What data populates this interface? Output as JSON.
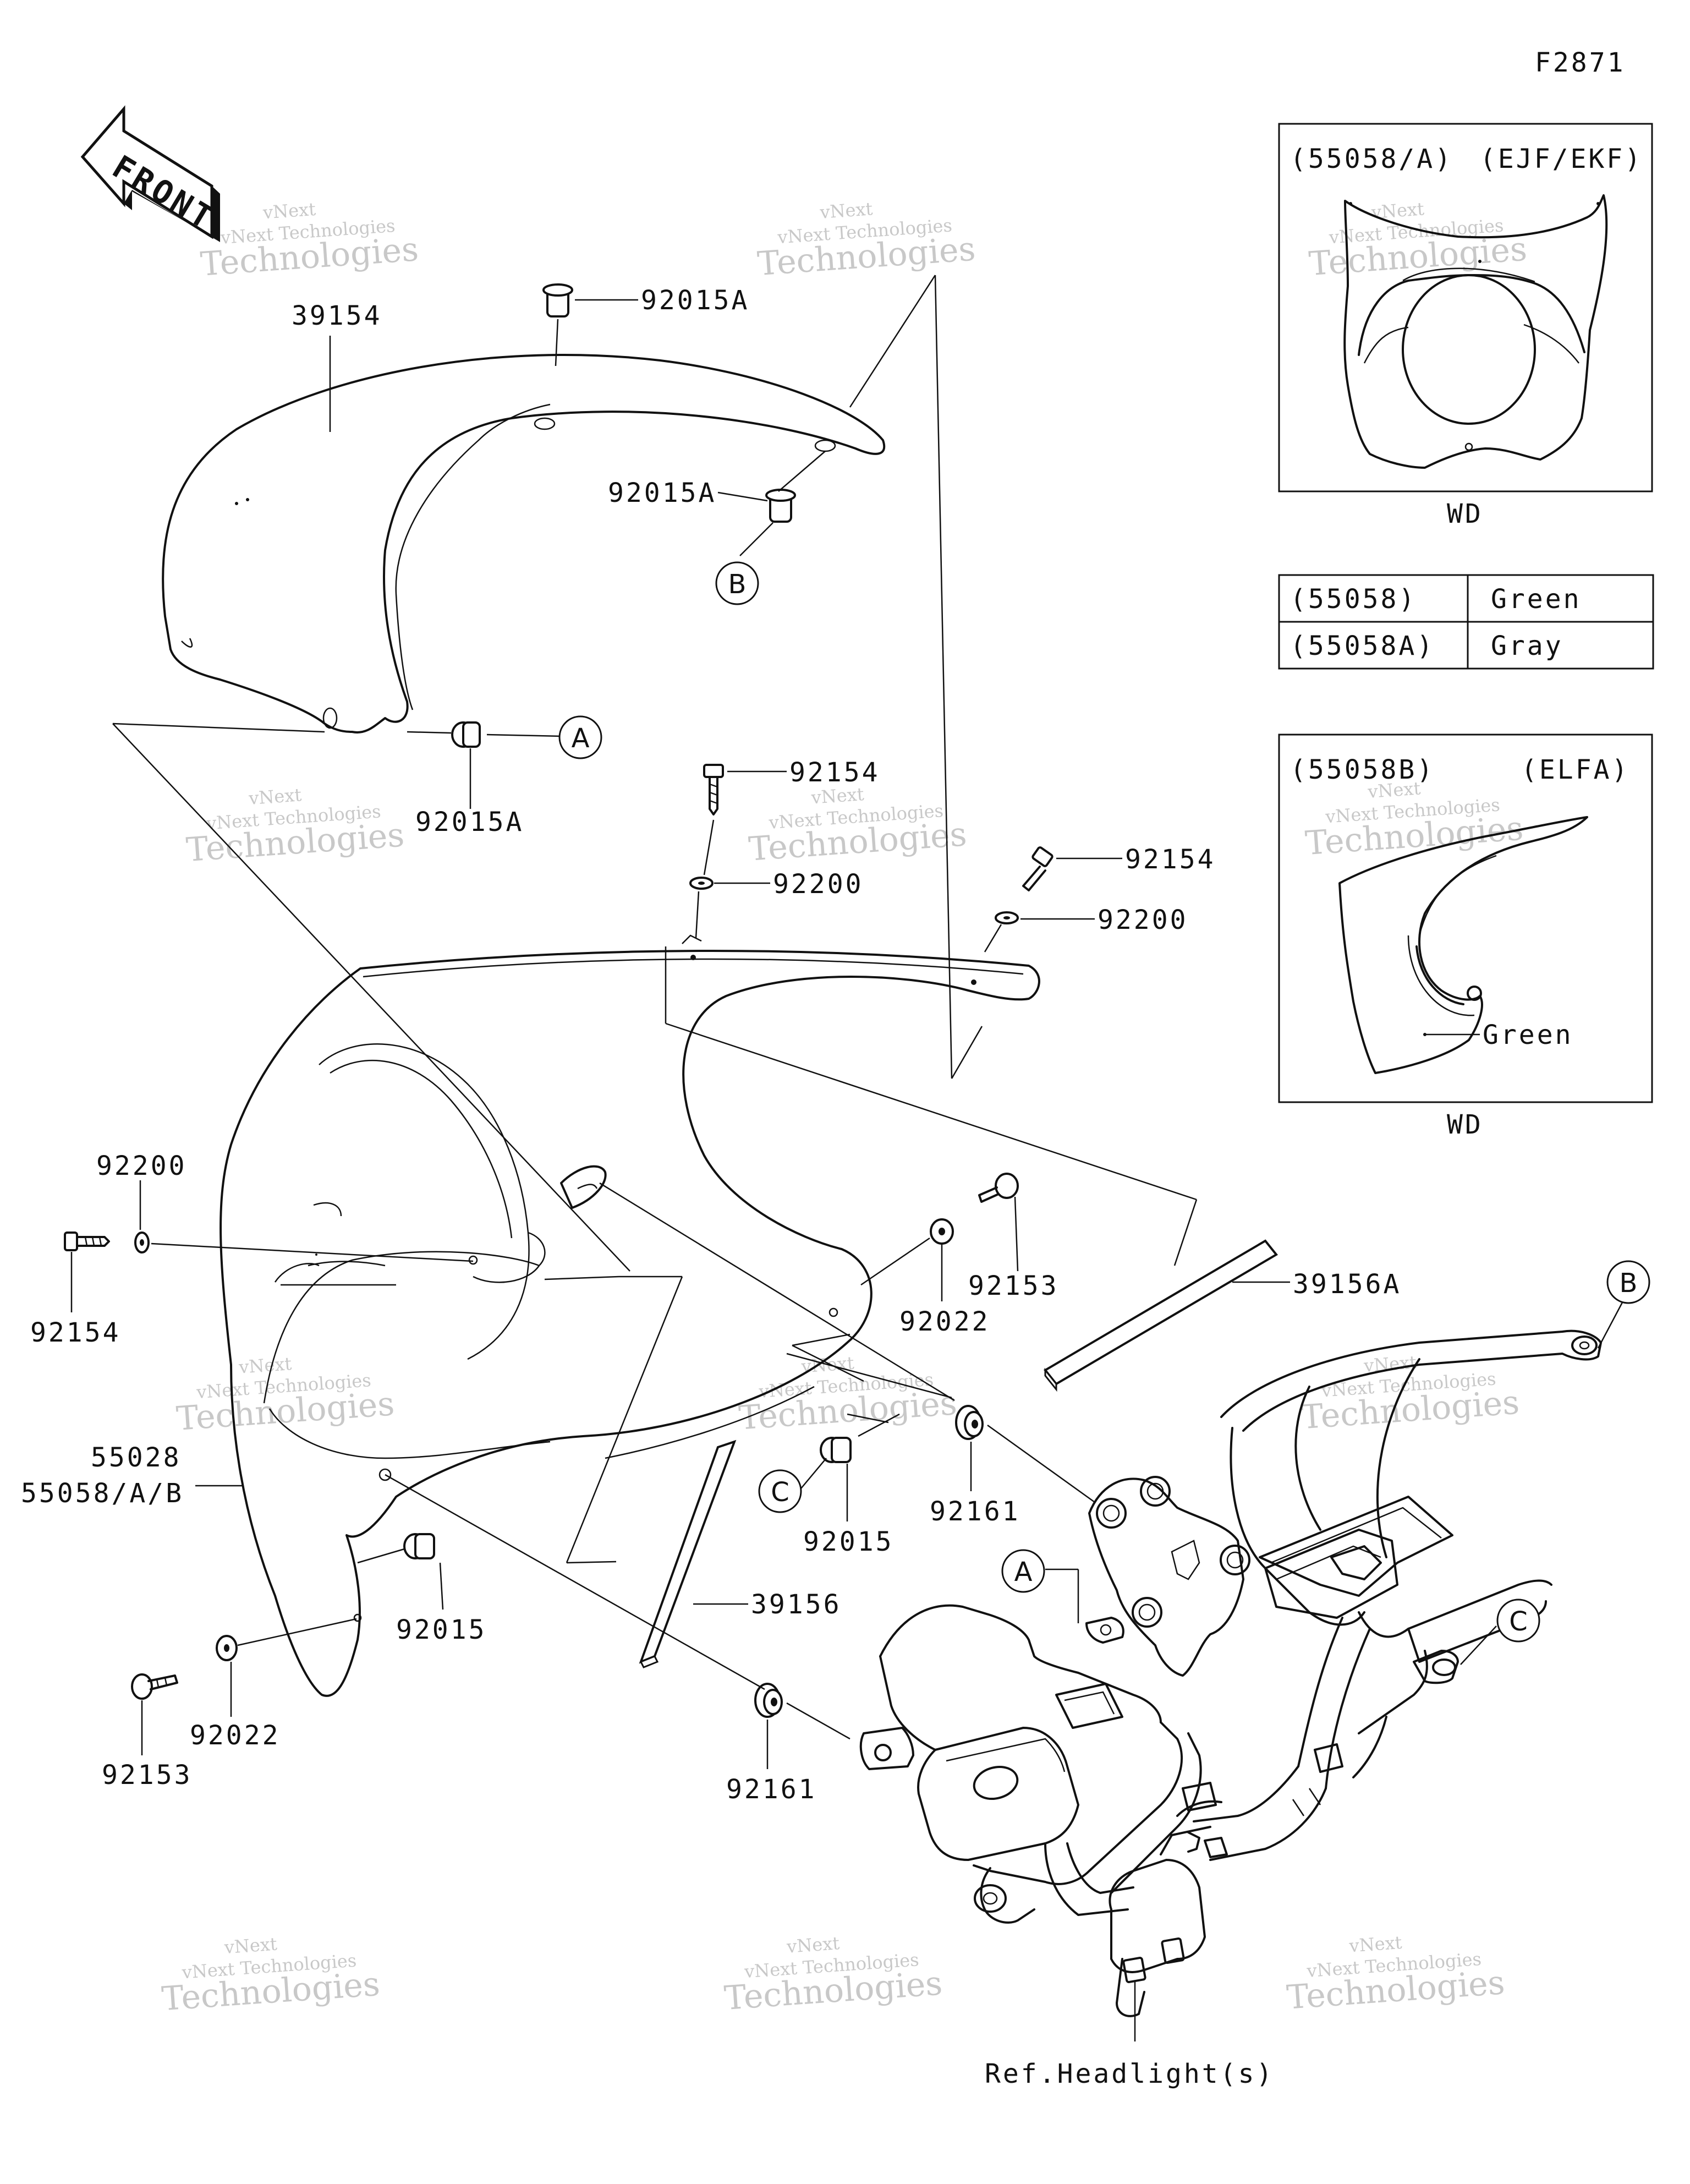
{
  "figure_code": "F2871",
  "front_label": "FRONT",
  "part_labels": {
    "p39154": "39154",
    "p92015A_top": "92015A",
    "p92015A_mid": "92015A",
    "p92015A_left": "92015A",
    "p92154_top": "92154",
    "p92200_top": "92200",
    "p92154_right": "92154",
    "p92200_right": "92200",
    "p92200_left": "92200",
    "p92154_left": "92154",
    "p92153_right": "92153",
    "p92022_right": "92022",
    "p39156A": "39156A",
    "p55028": "55028",
    "p55058AB": "55058/A/B",
    "p92015_right": "92015",
    "p92161_right": "92161",
    "p92015_left": "92015",
    "p39156": "39156",
    "p92022_left": "92022",
    "p92153_left": "92153",
    "p92161_left": "92161",
    "ref_headlight": "Ref.Headlight(s)"
  },
  "callouts": {
    "a1": "A",
    "a2": "A",
    "b1": "B",
    "b2": "B",
    "c1": "C",
    "c2": "C"
  },
  "inset_top": {
    "part": "(55058/A)",
    "variant": "(EJF/EKF)",
    "caption": "WD"
  },
  "color_table": [
    {
      "part": "(55058)",
      "color": "Green"
    },
    {
      "part": "(55058A)",
      "color": "Gray"
    }
  ],
  "inset_bottom": {
    "part": "(55058B)",
    "variant": "(ELFA)",
    "color_note": "Green",
    "caption": "WD"
  },
  "watermark": {
    "line1": "vNext",
    "line2": "vNext Technologies",
    "line3": "Technologies"
  }
}
